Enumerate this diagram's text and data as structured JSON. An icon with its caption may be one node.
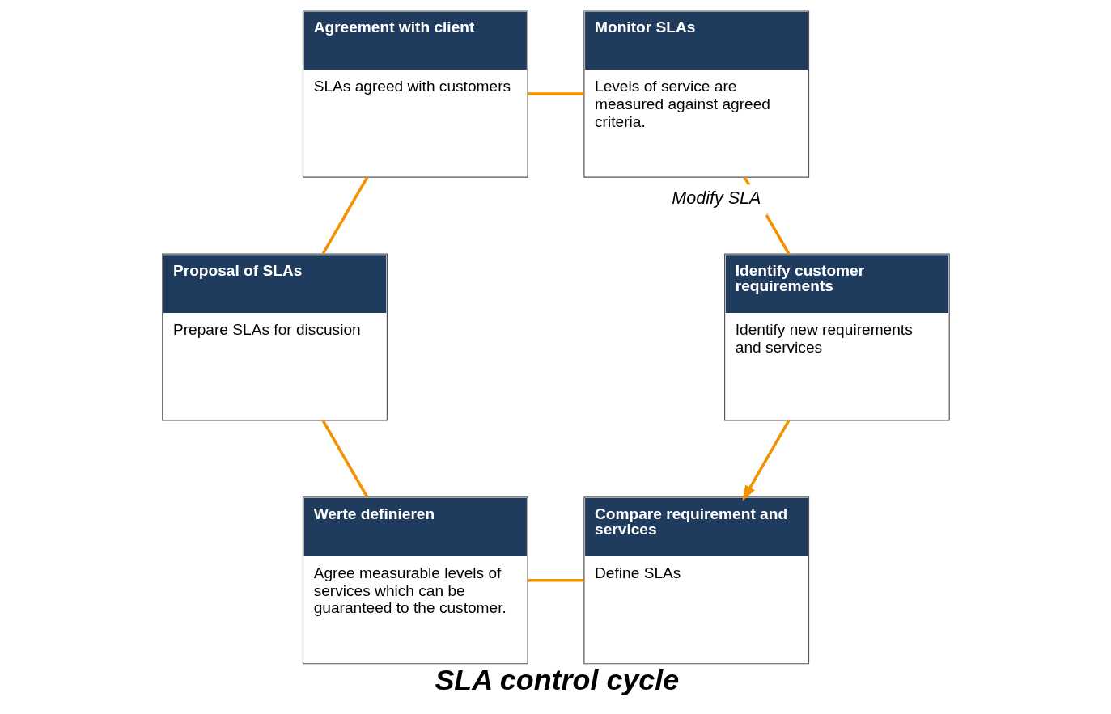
{
  "diagram": {
    "title": "SLA control cycle",
    "nodes": [
      {
        "text": [
          "Compare requirement and services",
          "Define SLAs"
        ]
      },
      {
        "text": [
          "Werte definieren",
          "Agree measurable levels of services which can be guaranteed to the customer."
        ]
      },
      {
        "text": [
          "Identify customer requirements",
          "Identify new requirements and services"
        ]
      },
      {
        "text": [
          "Proposal of SLAs",
          "Prepare SLAs for discusion"
        ]
      },
      {
        "text": [
          "Monitor SLAs",
          "Levels of service are measured against agreed criteria."
        ]
      },
      {
        "text": [
          "Agreement with client",
          "SLAs agreed with customers"
        ]
      }
    ],
    "edges": [
      {
        "from": 2,
        "to": 0,
        "arrow": "to",
        "color": "#f39200"
      },
      {
        "from": 0,
        "to": 1,
        "arrow": "none",
        "color": "#f39200"
      },
      {
        "from": 1,
        "to": 3,
        "arrow": "none",
        "color": "#f39200"
      },
      {
        "from": 3,
        "to": 5,
        "arrow": "none",
        "color": "#f39200"
      },
      {
        "from": 5,
        "to": 4,
        "arrow": "none",
        "color": "#f39200"
      },
      {
        "from": 4,
        "to": 2,
        "arrow": "none",
        "color": "#f39200",
        "label": "Modify SLA"
      }
    ]
  }
}
